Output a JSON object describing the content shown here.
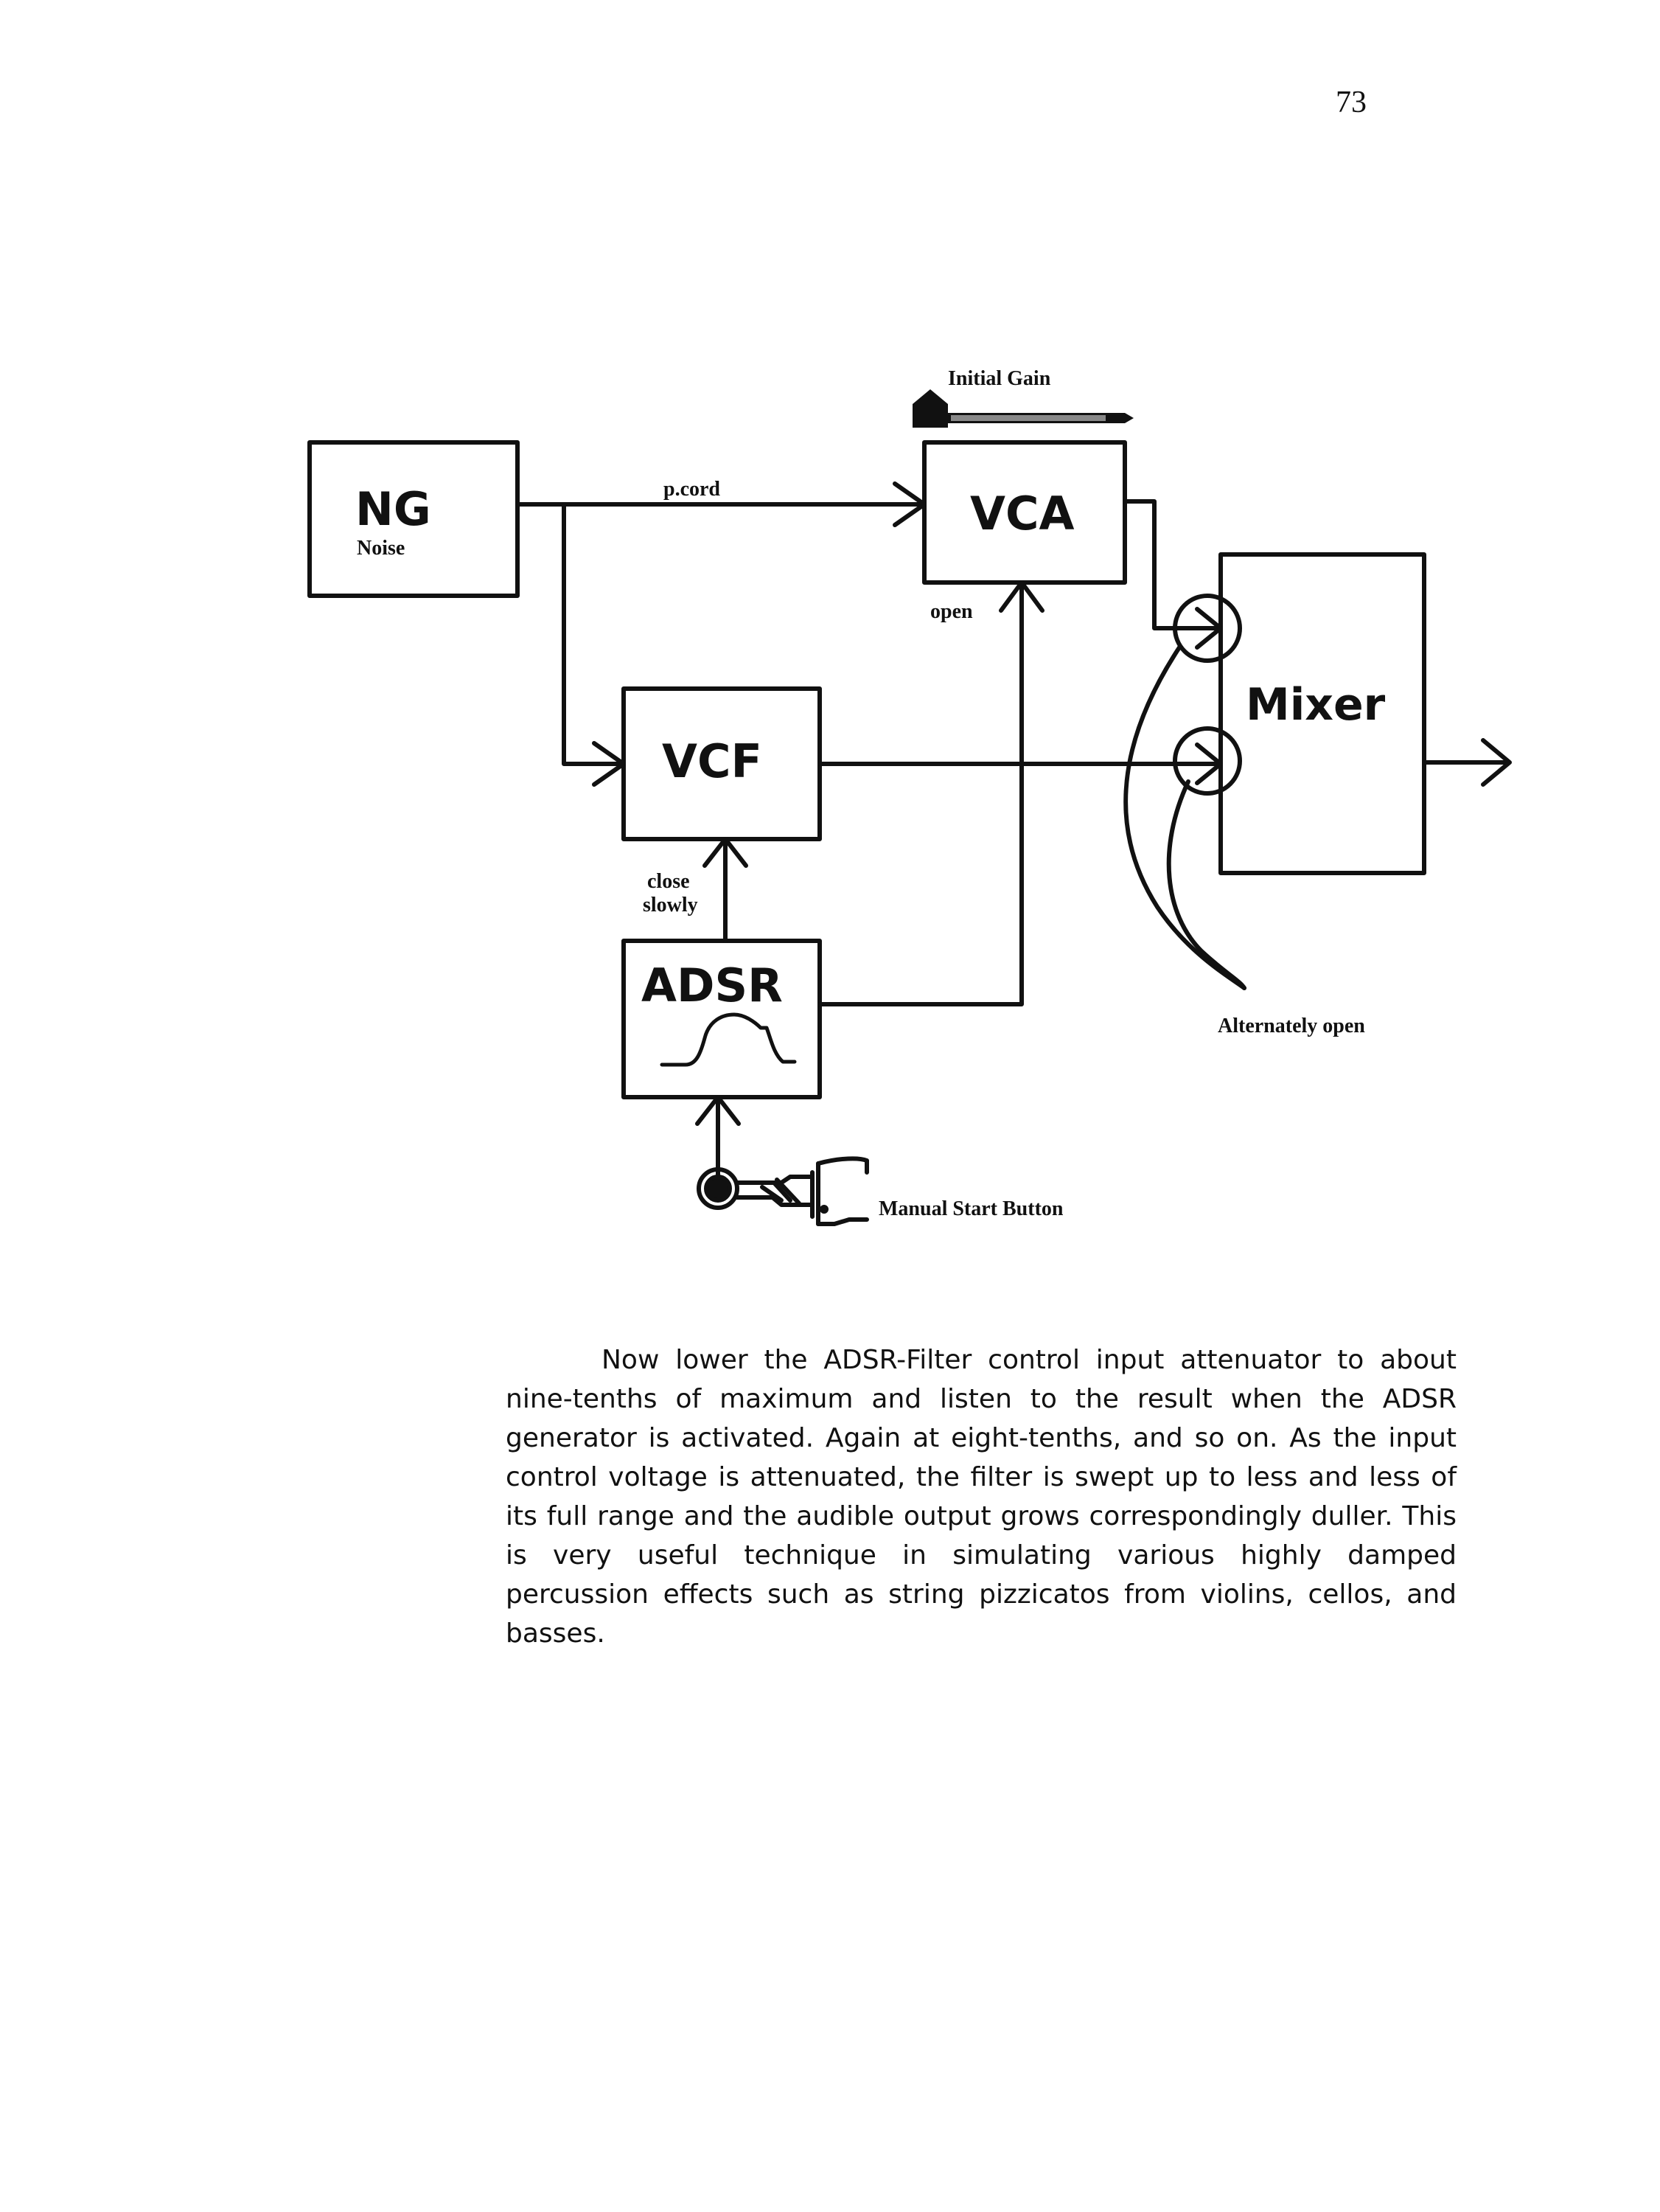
{
  "page_number": "73",
  "diagram": {
    "blocks": {
      "ng": {
        "title": "NG",
        "subtitle": "Noise"
      },
      "vca": {
        "title": "VCA"
      },
      "vcf": {
        "title": "VCF"
      },
      "adsr": {
        "title": "ADSR"
      },
      "mixer": {
        "title": "Mixer"
      }
    },
    "labels": {
      "initial_gain": "Initial Gain",
      "p_cord": "p.cord",
      "open": "open",
      "close_line1": "close",
      "close_line2": "slowly",
      "alternately_open": "Alternately open",
      "manual_start": "Manual Start Button"
    }
  },
  "body_text": "Now lower the ADSR-Filter control input attenuator to about nine-tenths of maximum and listen to the result when the ADSR generator is activated. Again at eight-tenths, and so on. As the input control voltage is attenuated, the filter is swept up to less and less of its full range and the audible output grows correspondingly duller. This is very useful technique in simulating various highly damped percussion effects such as string pizzicatos from violins, cellos, and basses."
}
